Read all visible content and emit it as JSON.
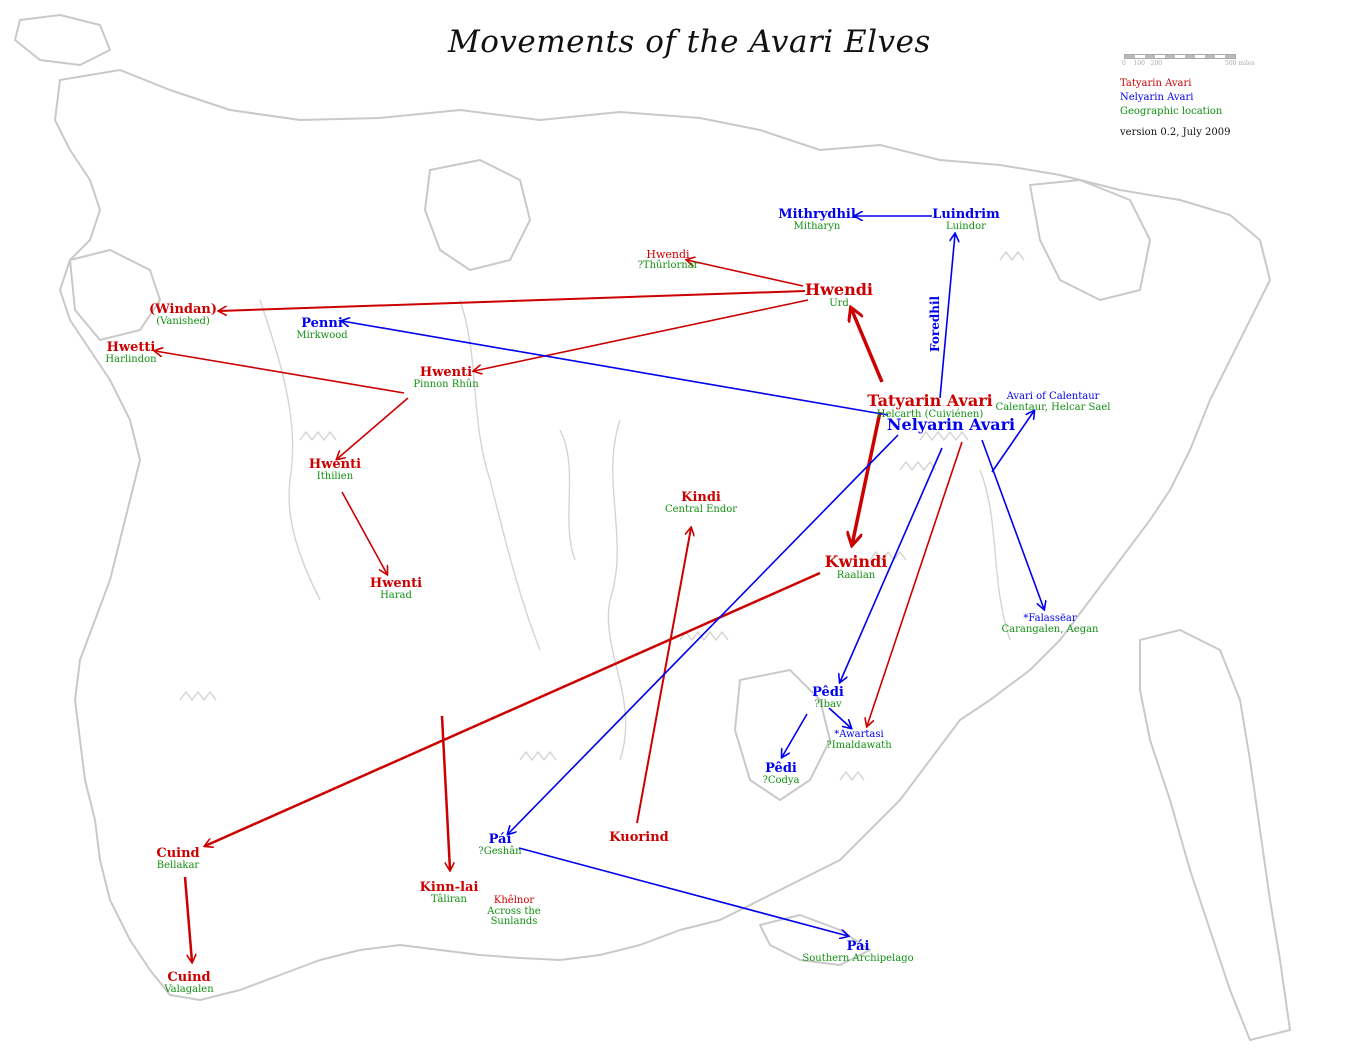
{
  "title": "Movements of the Avari Elves",
  "legend": {
    "scale_ticks": [
      "0",
      "100",
      "200",
      "500 miles"
    ],
    "tatyarin": "Tatyarin Avari",
    "nelyarin": "Nelyarin Avari",
    "geographic": "Geographic location",
    "version": "version 0.2, July 2009"
  },
  "colors": {
    "tatyarin": "#cc0000",
    "nelyarin": "#0000ee",
    "geographic": "#109010",
    "coast": "#c9c9c9"
  },
  "labels": {
    "tatyarin_avari": "Tatyarin Avari",
    "helcarth": "Helcarth (Cuiviénen)",
    "nelyarin_avari": "Nelyarin Avari",
    "hwendi_urd": "Hwendi",
    "urd": "Urd",
    "hwendi_thurlornar": "Hwendi",
    "thurlornar": "?Thûrlornar",
    "windan": "(Windan)",
    "vanished": "(Vanished)",
    "hwetti": "Hwetti",
    "harlindon": "Harlindon",
    "hwenti_pinnon": "Hwenti",
    "pinnon_rhun": "Pinnon Rhûn",
    "hwenti_ithilien": "Hwenti",
    "ithilien": "Ithilien",
    "hwenti_harad": "Hwenti",
    "harad": "Harad",
    "penni": "Penni",
    "mirkwood": "Mirkwood",
    "mithrydhil": "Mithrydhil",
    "mitharyn": "Mitharyn",
    "luindrim": "Luindrim",
    "luindor": "Luindor",
    "foredhil": "Foredhil",
    "avari_calentaur": "Avari of Calentaur",
    "calentaur_helcar": "Calentaur, Helcar Sael",
    "kindi": "Kindi",
    "central_endor": "Central Endor",
    "kwindi": "Kwindi",
    "raalian": "Raalian",
    "falassear": "*Falassëar",
    "carangalen": "Carangalen, Aegan",
    "pedi_ibav": "Pêdi",
    "ibav": "?Ibav",
    "awartasi": "*Awartasi",
    "imaldawath": "?Imaldawath",
    "pedi_codya": "Pêdi",
    "codya": "?Codya",
    "kuorind": "Kuorind",
    "pai_geshan": "Pái",
    "geshan": "?Geshân",
    "cuind_bellakar": "Cuind",
    "bellakar": "Bellakar",
    "cuind_valagalen": "Cuind",
    "valagalen": "Valagalen",
    "kinnlai": "Kinn-lai",
    "taliran": "Tâliran",
    "khelnor": "Khêlnor",
    "across_sunlands": "Across the Sunlands",
    "pai_archipelago": "Pái",
    "southern_archipelago": "Southern Archipelago"
  }
}
